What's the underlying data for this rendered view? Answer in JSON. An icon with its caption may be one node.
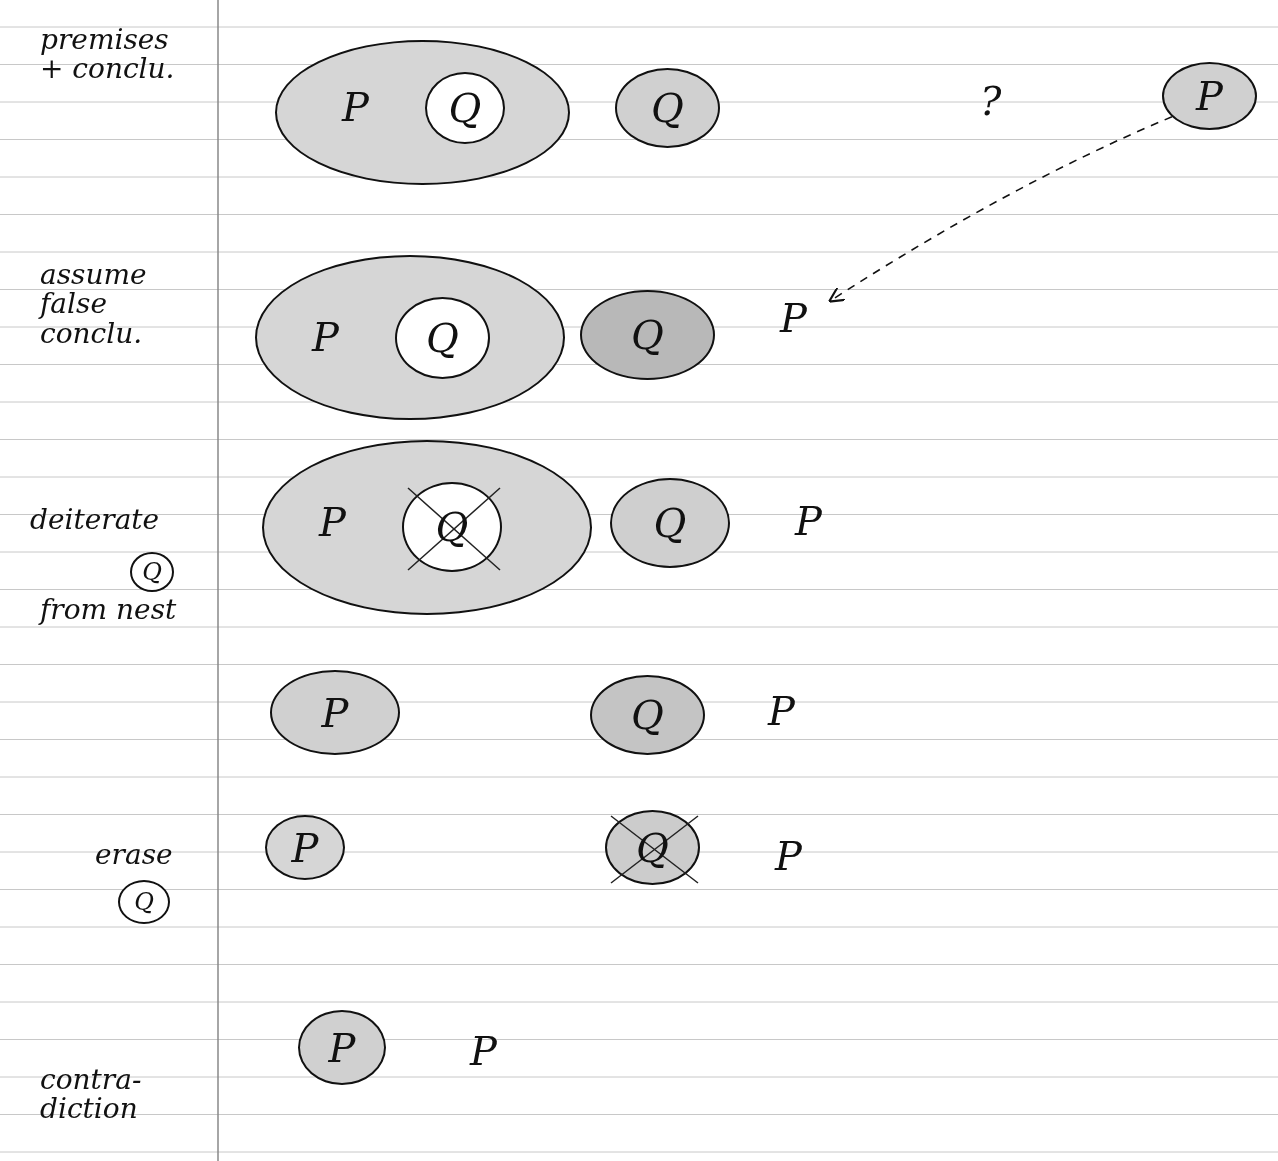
{
  "diagram": {
    "nodes": [
      {
        "text": [
          "P"
        ]
      },
      {
        "text": [
          "Q"
        ],
        "in": 0
      },
      {
        "text": [
          "Q"
        ]
      },
      {
        "text": [
          "P"
        ]
      },
      {
        "text": [
          "P"
        ]
      },
      {
        "text": [
          "Q"
        ],
        "in": 4
      },
      {
        "text": [
          "Q"
        ]
      },
      {
        "text": [
          "P"
        ]
      },
      {
        "text": [
          "Q"
        ]
      },
      {
        "text": [
          "P"
        ]
      },
      {
        "text": [
          "Q"
        ],
        "in": 9
      },
      {
        "text": [
          "Q"
        ]
      },
      {
        "text": [
          "P"
        ]
      },
      {
        "text": [
          "Q"
        ]
      },
      {
        "text": [
          "Q"
        ]
      },
      {
        "text": [
          "P"
        ]
      },
      {
        "text": [
          "Q"
        ]
      },
      {
        "text": [
          "P"
        ]
      }
    ],
    "edges": [
      {
        "from": 3,
        "to": 7,
        "arrow": "to",
        "style": "dashed"
      }
    ],
    "labels": [
      "premises + conclu.",
      "?",
      "assume false conclu.",
      "deiterate",
      "P",
      "from nest",
      "P",
      "erase",
      "P",
      "contra- diction",
      "P"
    ]
  }
}
